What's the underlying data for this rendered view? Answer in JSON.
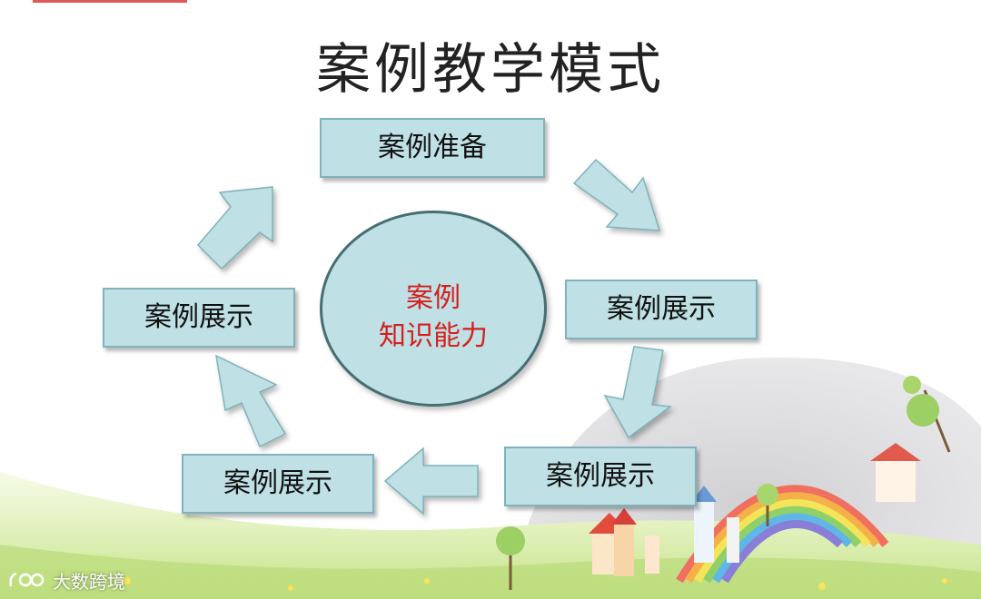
{
  "title": "案例教学模式",
  "nodes": {
    "top": "案例准备",
    "right": "案例展示",
    "bottom_right": "案例展示",
    "bottom_left": "案例展示",
    "left": "案例展示"
  },
  "center": {
    "line1": "案例",
    "line2": "知识能力"
  },
  "watermark": {
    "text": "大数跨境"
  },
  "colors": {
    "box_fill": "#bfe0e4",
    "box_border": "#7fb3bb",
    "center_text": "#d42020",
    "accent_line": "#e05a5a"
  }
}
